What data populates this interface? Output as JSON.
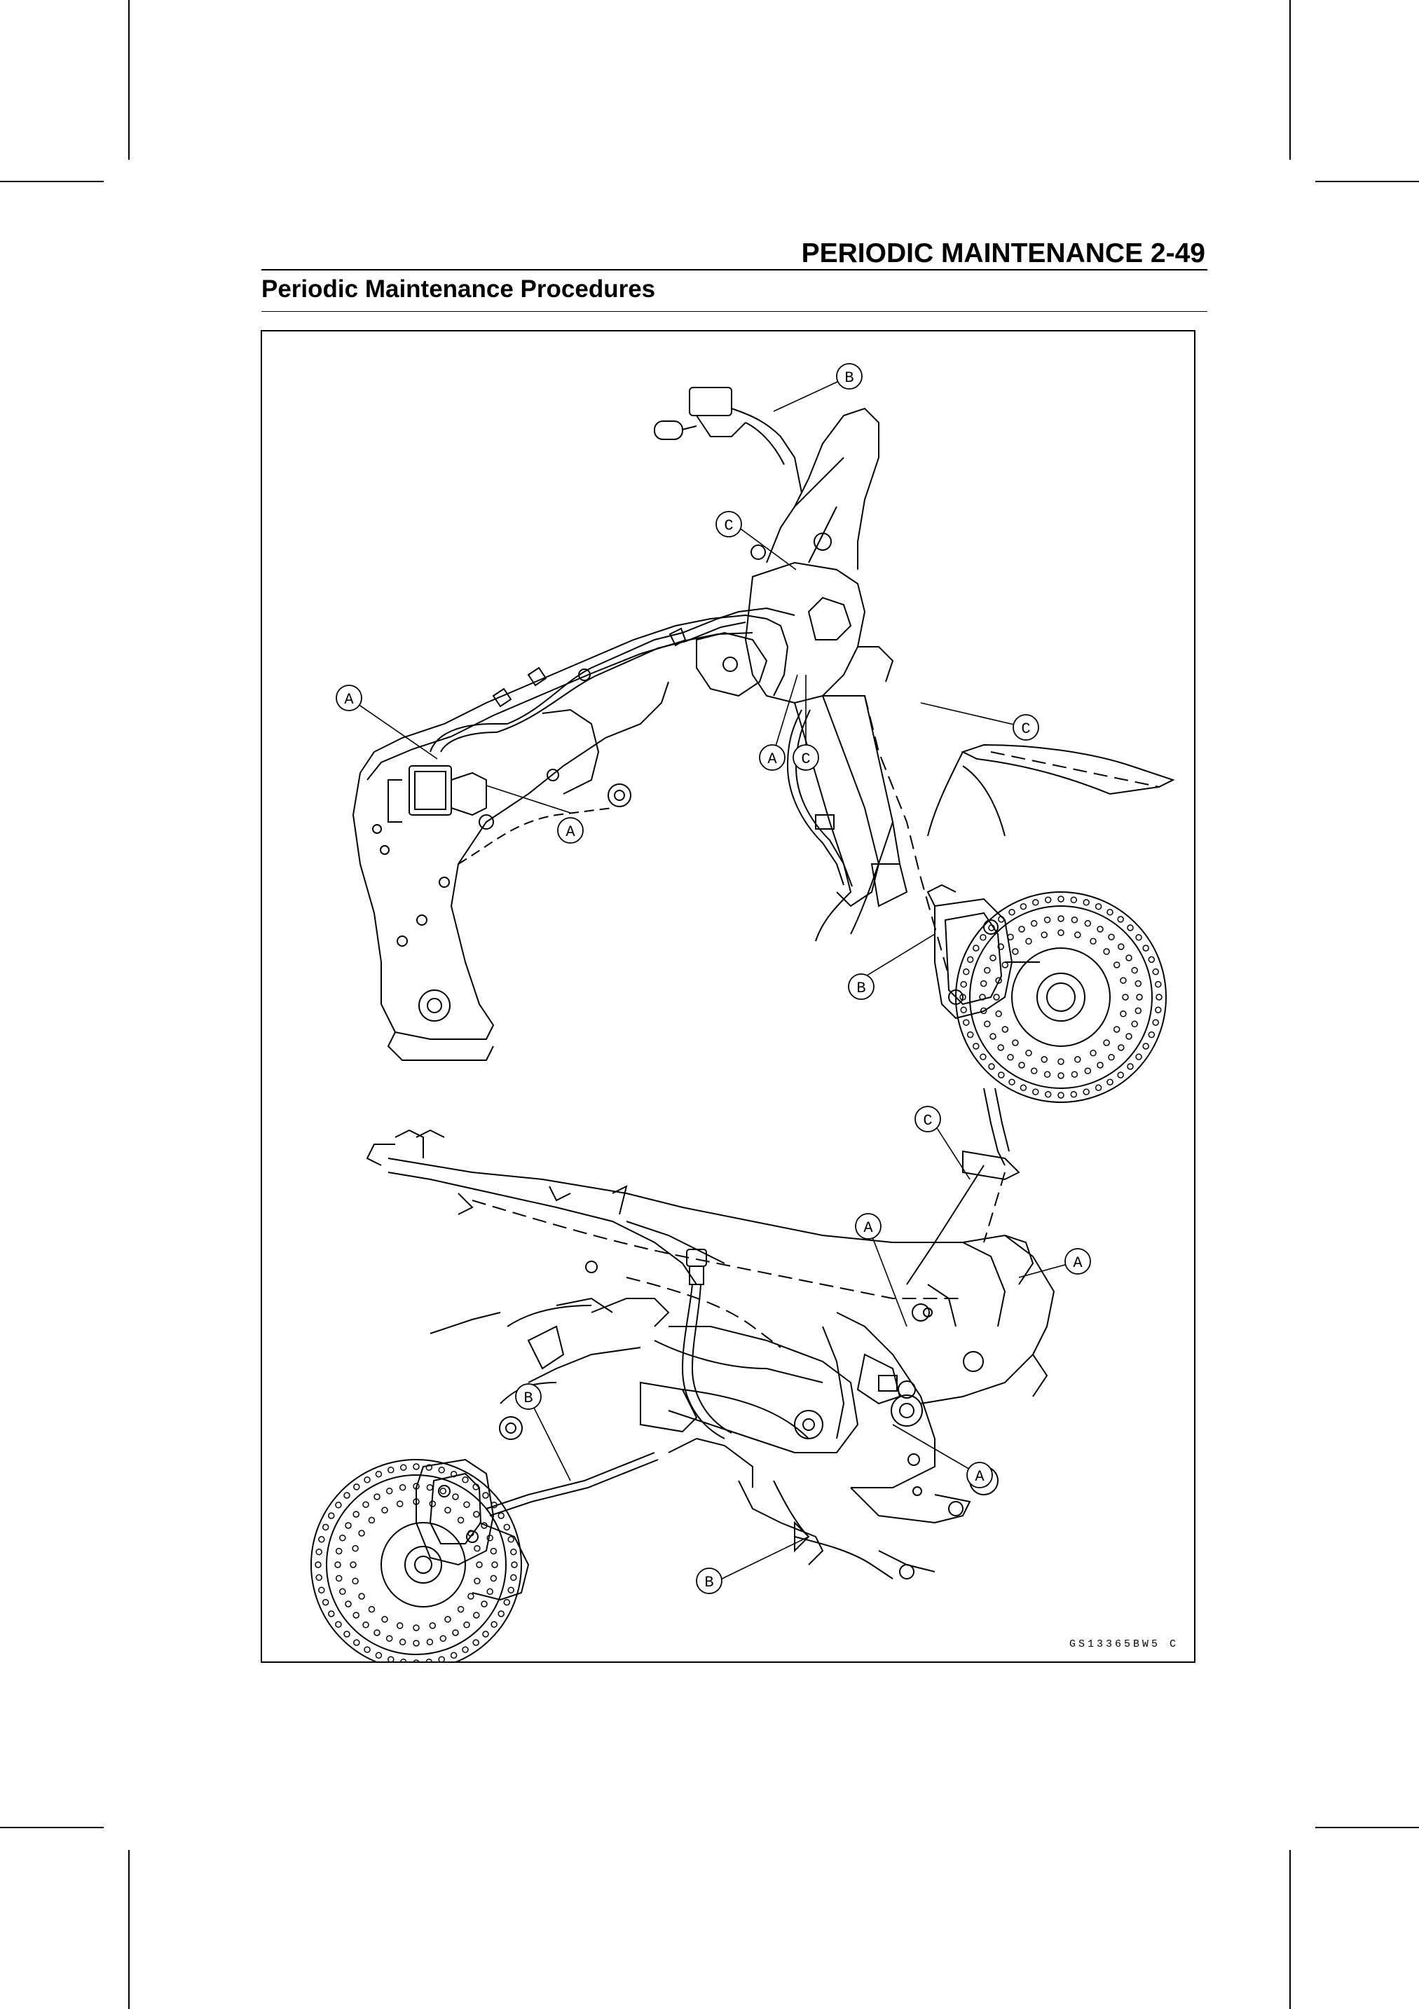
{
  "header": {
    "chapter_title": "PERIODIC MAINTENANCE 2-49",
    "section_title": "Periodic Maintenance Procedures"
  },
  "figure": {
    "code": "GS13365BW5 C",
    "top_view_callouts": [
      "B",
      "C",
      "A",
      "A",
      "C",
      "C",
      "A",
      "B"
    ],
    "bottom_view_callouts": [
      "C",
      "A",
      "A",
      "B",
      "A",
      "B"
    ]
  }
}
